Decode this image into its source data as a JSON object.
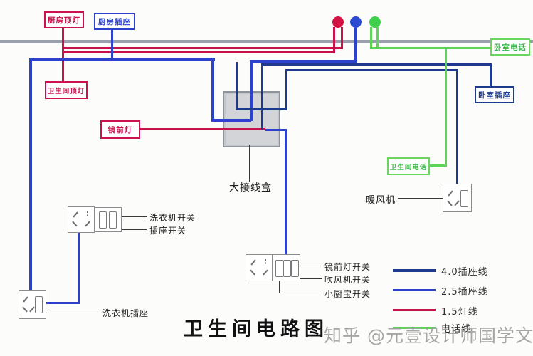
{
  "title": "卫生间电路图",
  "watermark": "知乎 @元壹设计师国学文化",
  "labels": {
    "kitchen_ceiling_light": "厨房顶灯",
    "kitchen_socket": "厨房插座",
    "bathroom_ceiling_light": "卫生间顶灯",
    "mirror_light": "镜前灯",
    "bedroom_phone": "卧室电话",
    "bedroom_socket": "卧室插座",
    "bathroom_phone": "卫生间电话",
    "junction_box": "大接线盒",
    "heater": "暖风机",
    "washer_switch": "洗衣机开关",
    "socket_switch": "插座开关",
    "washer_socket": "洗衣机插座",
    "mirror_light_switch": "镜前灯开关",
    "hair_dryer_switch": "吹风机开关",
    "kitchen_heater_switch": "小厨宝开关"
  },
  "legend": [
    {
      "label": "4.0插座线",
      "color": "#1d3a8f"
    },
    {
      "label": "2.5插座线",
      "color": "#2c42cc"
    },
    {
      "label": "1.5灯线",
      "color": "#c8104a"
    },
    {
      "label": "电话线",
      "color": "#5ed457"
    }
  ],
  "colors": {
    "light_line": "#c8104a",
    "socket_line_25": "#2c42cc",
    "socket_line_40": "#1d3a8f",
    "phone_line": "#5ed457",
    "wall": "#9aa1ac",
    "red_dot": "#d11243",
    "blue_dot": "#2c4ad4",
    "green_dot": "#3fd04b",
    "junction_box_fill": "#d2d4d8"
  }
}
